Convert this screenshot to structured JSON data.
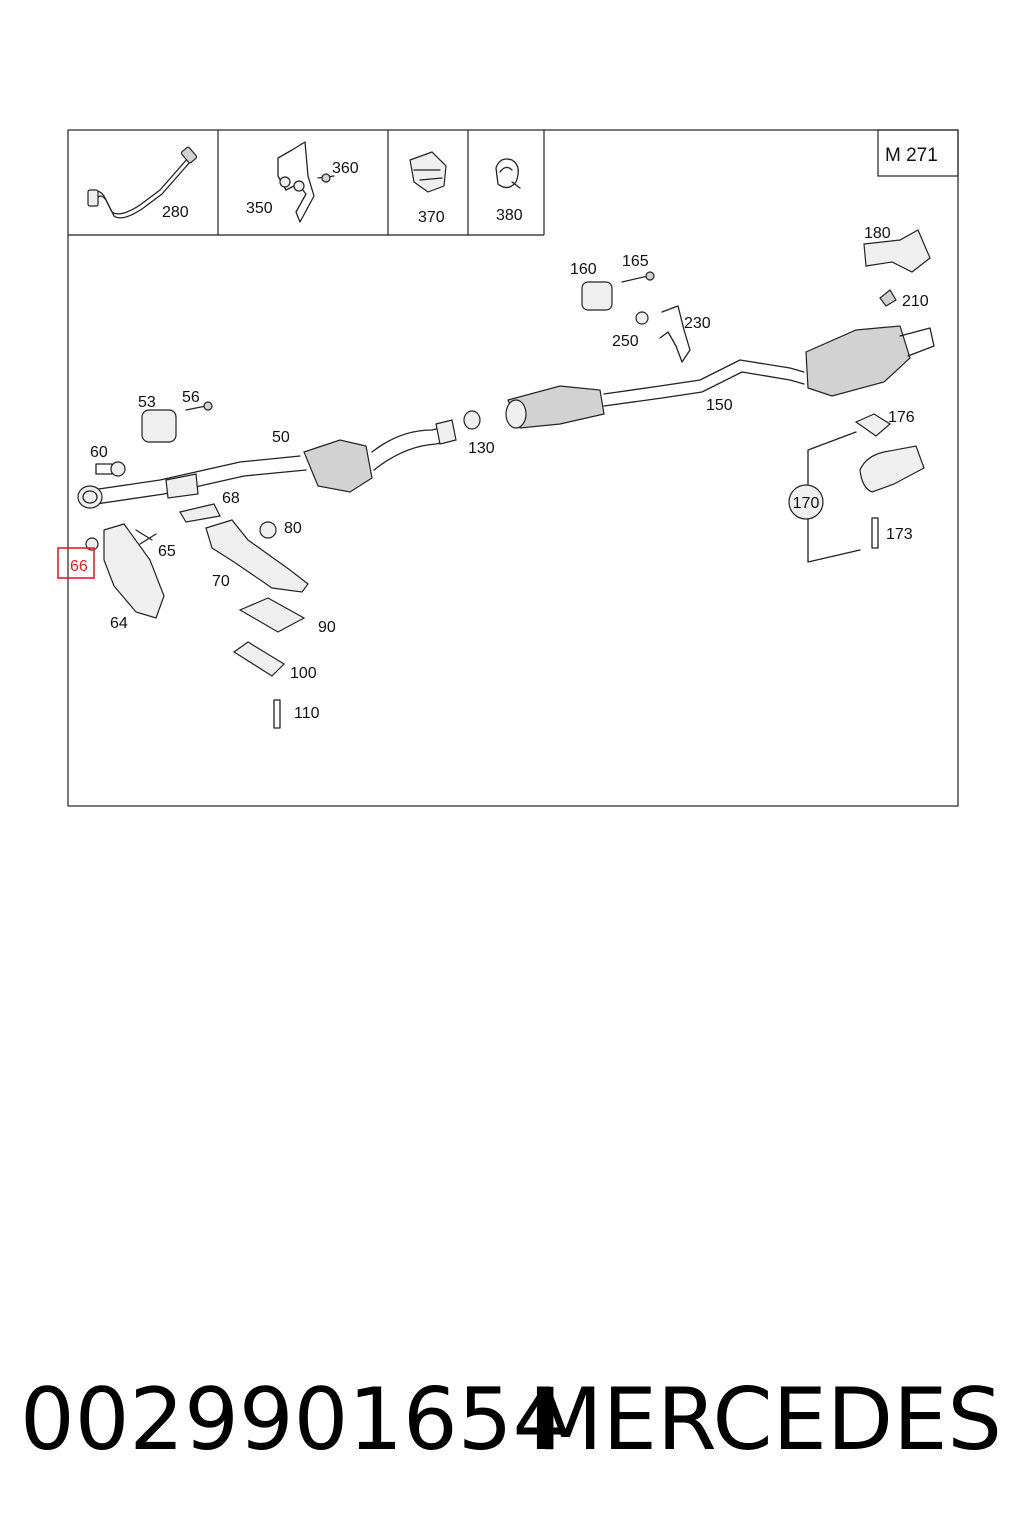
{
  "diagram": {
    "model_code": "M 271",
    "highlighted_part": "66",
    "inset_labels": [
      "280",
      "350",
      "360",
      "370",
      "380"
    ],
    "part_labels": [
      "160",
      "165",
      "180",
      "210",
      "230",
      "250",
      "150",
      "53",
      "56",
      "50",
      "130",
      "176",
      "60",
      "68",
      "170",
      "65",
      "80",
      "173",
      "70",
      "64",
      "90",
      "100",
      "110"
    ]
  },
  "colors": {
    "highlight": "#e0202a",
    "line": "#222222"
  },
  "footer": {
    "part_number": "0029901654",
    "brand": "MERCEDES"
  }
}
